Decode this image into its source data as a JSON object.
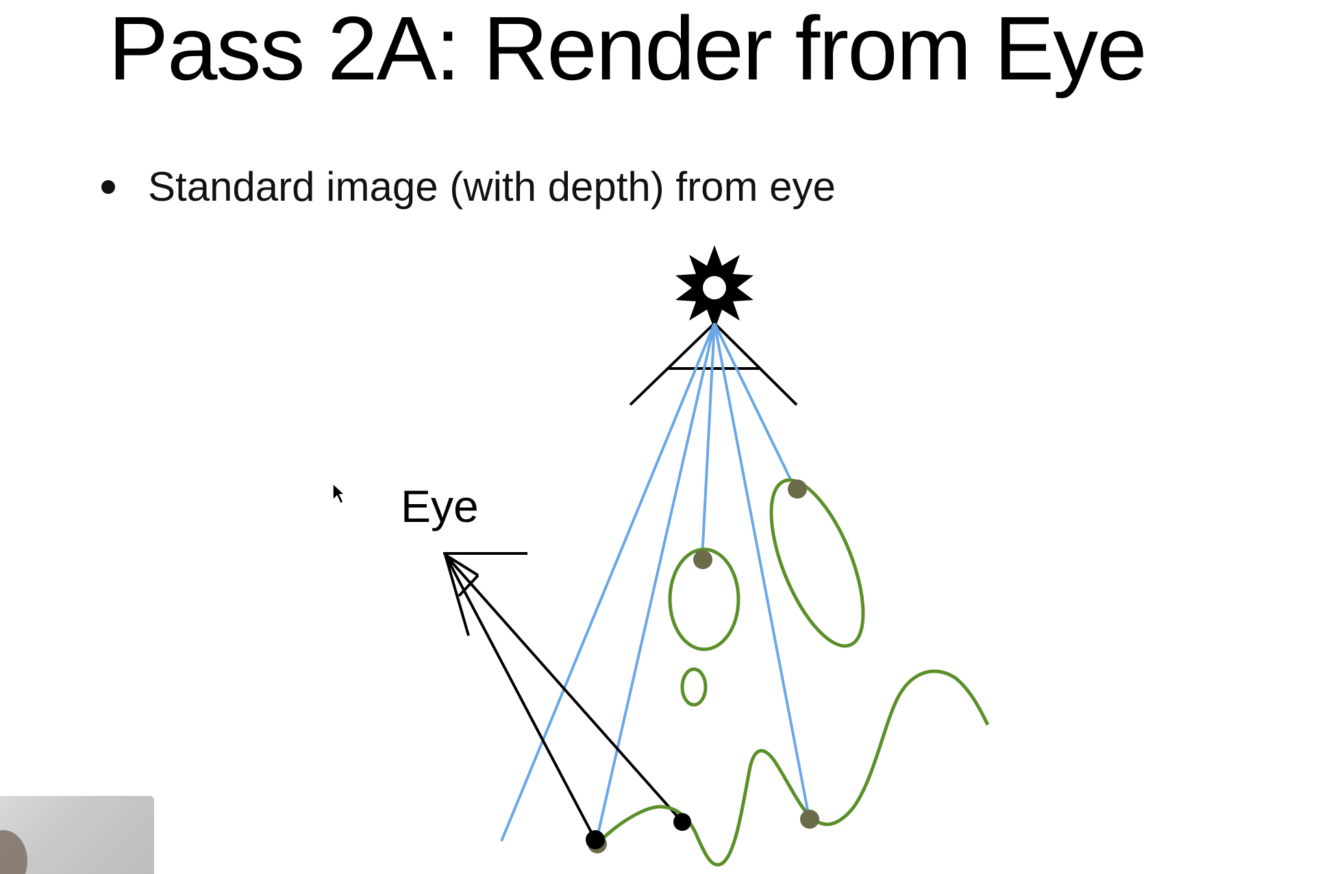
{
  "slide": {
    "title": "Pass 2A: Render from Eye",
    "bullets": [
      "Standard image (with depth) from eye"
    ]
  },
  "diagram": {
    "eye_label": "Eye",
    "icons": [
      "light-source-icon",
      "mouse-cursor-icon"
    ],
    "colors": {
      "light_rays": "#6aa7e6",
      "surfaces": "#5b8f2a",
      "eye_rays": "#000000",
      "light_hit_points": "#6b6b4a"
    }
  },
  "webcam": {
    "visible": true
  }
}
